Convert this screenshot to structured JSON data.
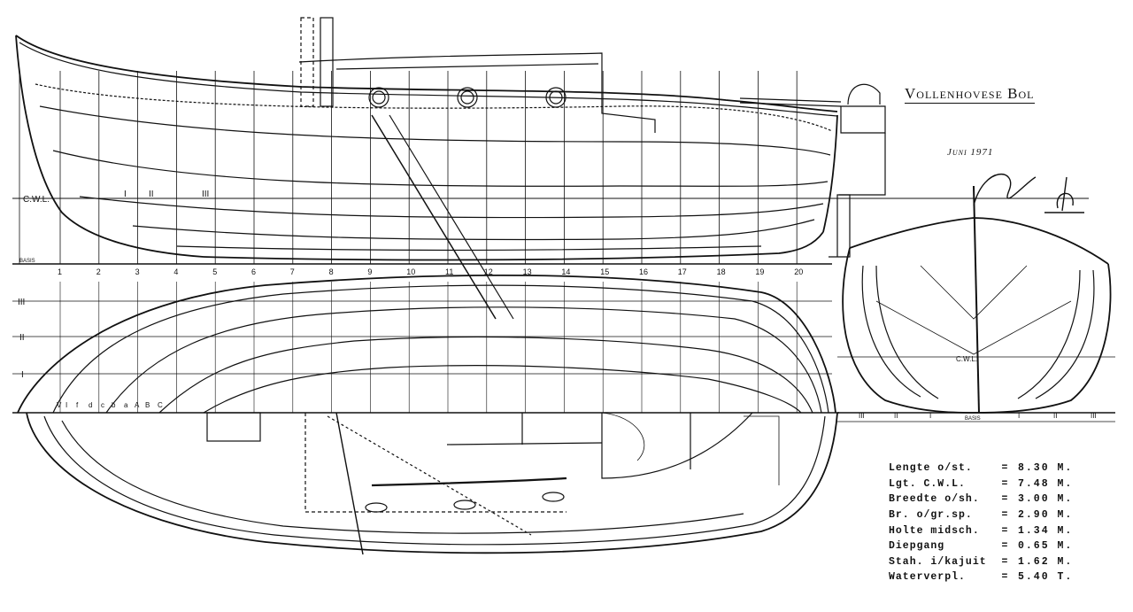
{
  "title": "Vollenhovese Bol",
  "date": "Juni 1971",
  "profile_stations": [
    "1",
    "2",
    "3",
    "4",
    "5",
    "6",
    "7",
    "8",
    "9",
    "10",
    "11",
    "12",
    "13",
    "14",
    "15",
    "16",
    "17",
    "18",
    "19",
    "20"
  ],
  "profile_labels": {
    "cwl": "C.W.L.",
    "basis": "BASIS",
    "waterlines": [
      "I",
      "II",
      "III"
    ]
  },
  "plan_buttocks": [
    "III",
    "II",
    "I"
  ],
  "plan_waterline_row": [
    "V",
    "I",
    "f",
    "d",
    "c",
    "b",
    "a",
    "A",
    "B",
    "C"
  ],
  "section_labels": {
    "cwl": "C.W.L.",
    "basis": "BASIS",
    "buttocks": [
      "III",
      "II",
      "I",
      "I",
      "II",
      "III"
    ]
  },
  "specs": [
    {
      "label": "Lengte o/st.",
      "value": "8.30 M."
    },
    {
      "label": "Lgt. C.W.L.",
      "value": "7.48 M."
    },
    {
      "label": "Breedte o/sh.",
      "value": "3.00 M."
    },
    {
      "label": "Br. o/gr.sp.",
      "value": "2.90 M."
    },
    {
      "label": "Holte midsch.",
      "value": "1.34 M."
    },
    {
      "label": "Diepgang",
      "value": "0.65 M."
    },
    {
      "label": "Stah. i/kajuit",
      "value": "1.62 M."
    },
    {
      "label": "Waterverpl.",
      "value": "5.40 T."
    }
  ]
}
